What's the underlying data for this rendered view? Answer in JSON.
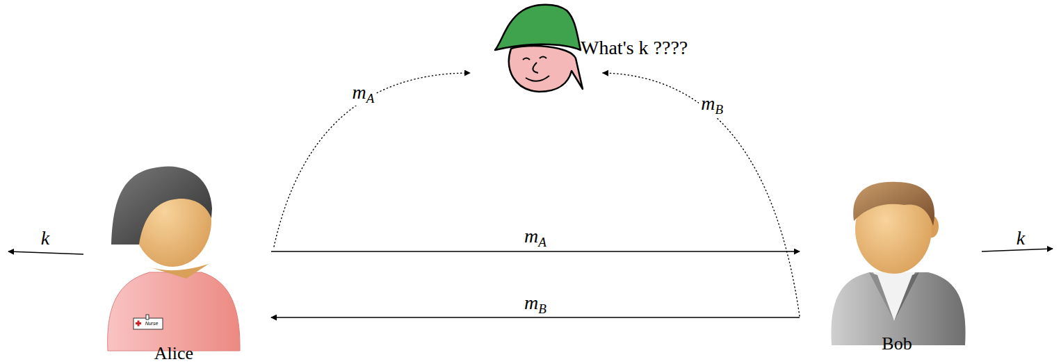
{
  "diagram": {
    "nodes": [
      {
        "text": [
          "Alice"
        ]
      },
      {
        "text": [
          "What's k ????"
        ]
      },
      {
        "text": [
          "Bob"
        ]
      }
    ],
    "edges": [
      {
        "from": 0,
        "to": 2,
        "arrow": "to",
        "label": "mA"
      },
      {
        "from": 2,
        "to": 0,
        "arrow": "to",
        "label": "mB"
      },
      {
        "from": 0,
        "to": 1,
        "arrow": "to",
        "label": "mA"
      },
      {
        "from": 2,
        "to": 1,
        "arrow": "to",
        "label": "mB"
      }
    ],
    "labels": [
      "k",
      "k",
      "Nurse"
    ]
  }
}
